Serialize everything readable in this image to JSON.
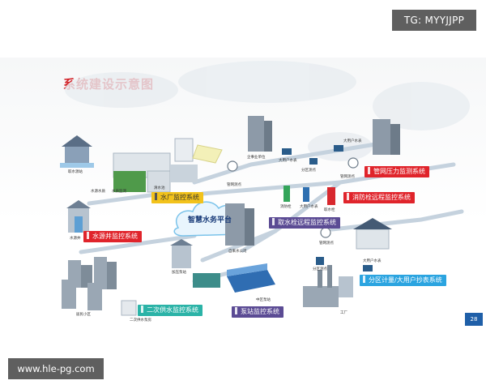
{
  "watermark_top": "TG: MYYJJPP",
  "watermark_bottom": "www.hle-pg.com",
  "slide": {
    "title": "系统建设示意图",
    "page_number": "28",
    "platform": "智慧水务平台",
    "labels": {
      "water_plant": "水厂监控系统",
      "well": "水源井监控系统",
      "pipe_pressure": "管网压力监测系统",
      "fire_hydrant": "消防栓远程监控系统",
      "water_intake": "取水栓远程监控系统",
      "district_meter": "分区计量/大用户抄表系统",
      "pump_station": "泵站监控系统",
      "secondary_supply": "二次供水监控系统"
    },
    "small_text": {
      "reservoir": "取水源站",
      "water_source": "水源水质",
      "water_quality_monitor": "水质监测",
      "clear_water": "清水池",
      "pipe_point_1": "管网测点",
      "pipe_point_2": "管网测点",
      "enterprise_unit": "企事业单位",
      "large_user_1": "大用户水表",
      "large_user_2": "大用户水表",
      "district_point": "分区测点",
      "large_user_3": "大用户水表",
      "large_user_4": "大用户水表",
      "fire_hydrant": "消防栓",
      "water_intake_hydrant": "取水栓",
      "company": "自来水公司",
      "pressure_pump": "加压泵站",
      "pump_station": "中区泵站",
      "residential": "居民小区",
      "secondary_room": "二次供水泵房",
      "factory": "工厂",
      "well_field": "水源井",
      "pipe_point_3": "管网测点",
      "district_point_2": "分区测点"
    }
  },
  "colors": {
    "red": "#e0242b",
    "yellow": "#f2c21b",
    "purple": "#5b4b94",
    "blue": "#2ba4e0",
    "teal": "#2bb3a7",
    "pipe": "#b9c8d6"
  }
}
